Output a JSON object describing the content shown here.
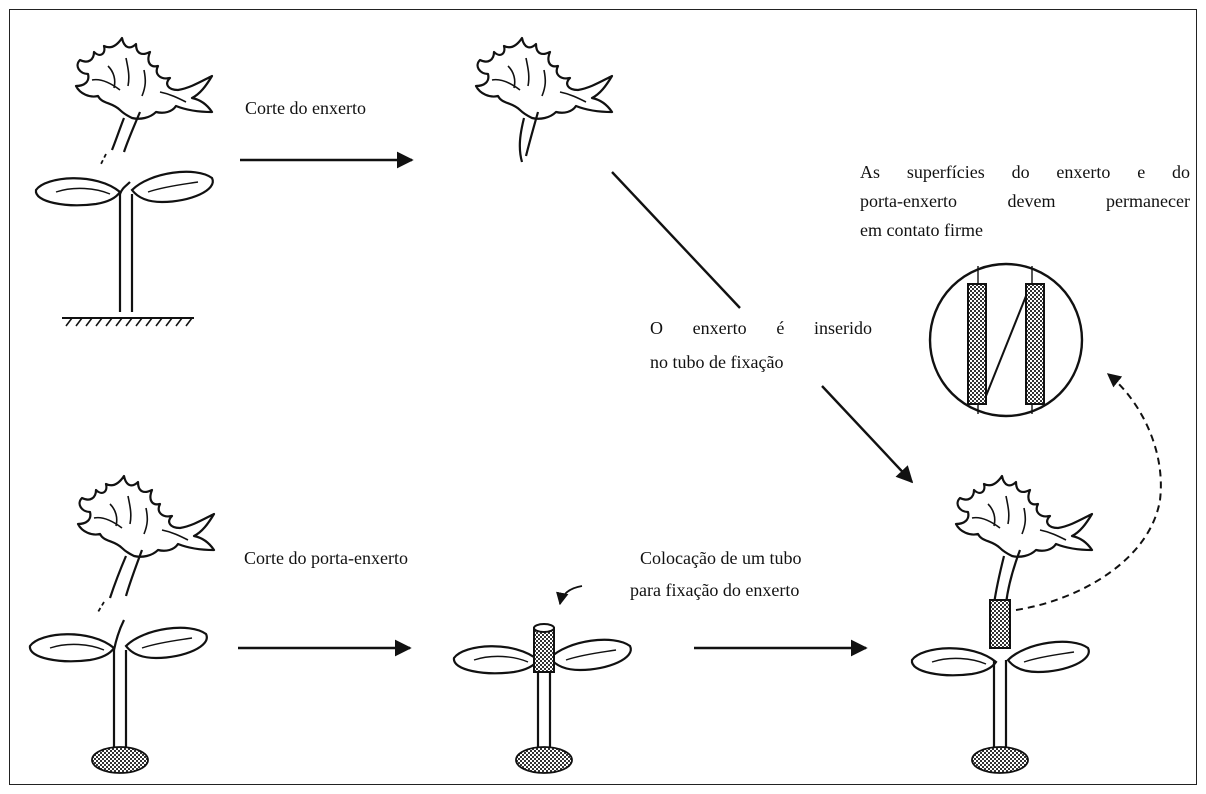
{
  "labels": {
    "cut_scion": "Corte do enxerto",
    "cut_rootstock": "Corte do porta-enxerto",
    "insert_line1": "O enxerto é inserido",
    "insert_line2": "no tubo de fixação",
    "tube_line1": "Colocação de um tubo",
    "tube_line2": "para fixação do enxerto",
    "contact_line1": "As superfícies do enxerto e do",
    "contact_line2": "porta-enxerto devem permanecer",
    "contact_line3": "em contato firme"
  },
  "colors": {
    "ink": "#111111",
    "background": "#ffffff"
  }
}
